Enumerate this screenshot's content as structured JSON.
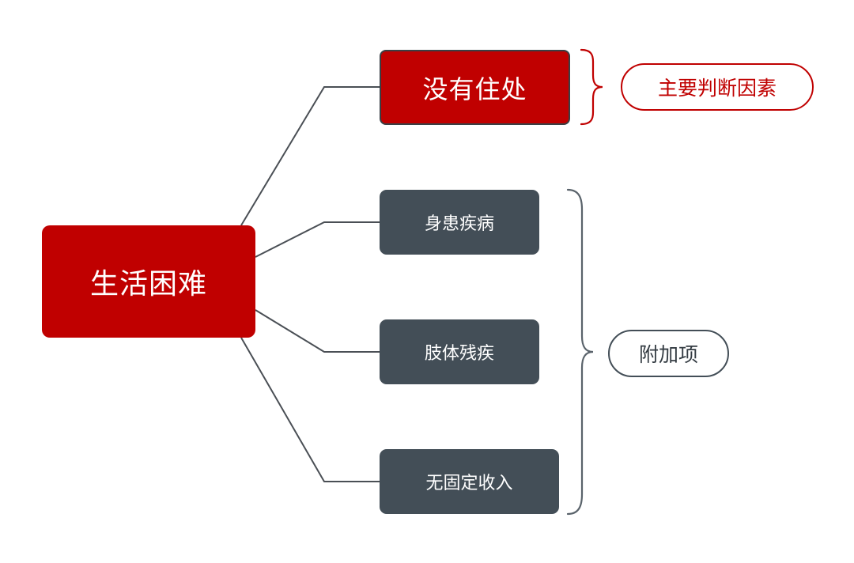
{
  "diagram": {
    "root": {
      "label": "生活困难"
    },
    "primary": {
      "label": "没有住处",
      "group_label": "主要判断因素"
    },
    "secondary": {
      "items": [
        {
          "label": "身患疾病"
        },
        {
          "label": "肢体残疾"
        },
        {
          "label": "无固定收入"
        }
      ],
      "group_label": "附加项"
    },
    "colors": {
      "primary_red": "#c00000",
      "node_dark": "#434e57",
      "line_gray": "#4a4f55",
      "brace_primary": "#c00000",
      "brace_secondary": "#5a636b"
    }
  }
}
